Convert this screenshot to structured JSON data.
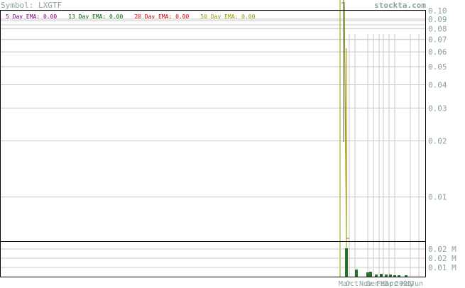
{
  "header": {
    "symbol_label": "Symbol: LXGTF",
    "site_name": "stockta.com"
  },
  "legend": [
    {
      "label": "5 Day EMA: 0.00",
      "color": "#800080"
    },
    {
      "label": "13 Day EMA: 0.00",
      "color": "#006400"
    },
    {
      "label": "20 Day EMA: 0.00",
      "color": "#cc0000"
    },
    {
      "label": "50 Day EMA: 0.00",
      "color": "#999900"
    }
  ],
  "colors": {
    "grid": "#c8c8c8",
    "axis_text": "#8aa2a2",
    "frame": "#000000",
    "price_line": "#999900",
    "volume_bar": "#2a6e2a"
  },
  "chart_data": [
    {
      "type": "line",
      "scale": "log",
      "ylim": [
        0.006,
        0.11
      ],
      "y_ticks": [
        "0.10",
        "0.09",
        "0.08",
        "0.07",
        "0.06",
        "0.05",
        "0.04",
        "0.03",
        "0.02",
        "0.01"
      ],
      "y_tick_values": [
        0.1,
        0.09,
        0.08,
        0.07,
        0.06,
        0.05,
        0.04,
        0.03,
        0.02,
        0.01
      ],
      "series": [
        {
          "values": [
            0.11,
            0.11,
            0.006,
            0.006
          ]
        }
      ]
    },
    {
      "type": "bar",
      "y_ticks": [
        "0.02 M",
        "0.02 M",
        "0.01 M"
      ],
      "x_ticks": [
        "Mar",
        "Oct",
        "Nov",
        "Dec",
        "Feb",
        "Mar",
        "Apr",
        "2025",
        "May",
        "Jun"
      ],
      "grid": true
    }
  ]
}
